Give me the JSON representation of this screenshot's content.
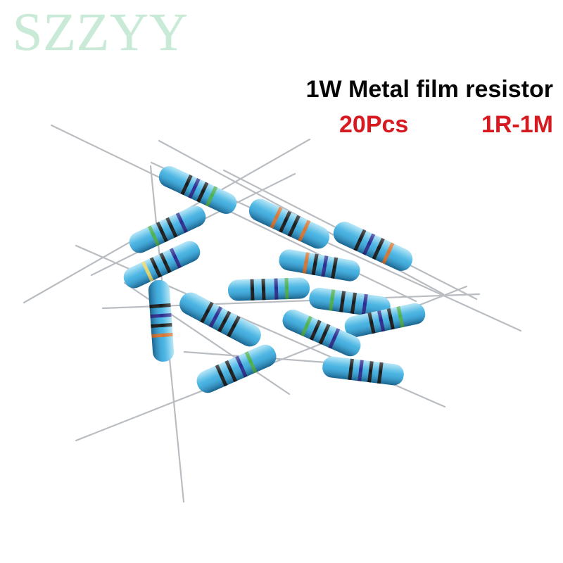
{
  "watermark": {
    "text": "SZZYY",
    "color": "#c8ead6"
  },
  "product": {
    "title": "1W Metal film resistor",
    "quantity": "20Pcs",
    "range": "1R-1M",
    "title_color": "#050505",
    "accent_color": "#d71920"
  },
  "photo": {
    "background": "#ffffff",
    "body_color": "#63bfe3",
    "lead_color": "#b9bdc2",
    "band_colors": [
      "#1a1a1a",
      "#2c2b8f",
      "#d87532",
      "#4caf4f",
      "#e3d66d"
    ]
  }
}
